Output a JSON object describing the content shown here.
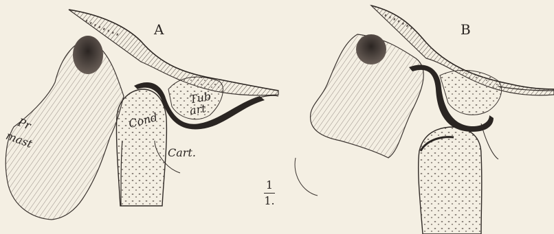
{
  "panel_a": {
    "letter": "A",
    "labels": {
      "processus_mastoideus_1": "Pr",
      "processus_mastoideus_2": "mast",
      "tuberculum_1": "Tub",
      "tuberculum_2": "art",
      "condyle": "Cond",
      "cartilage": "Cart."
    }
  },
  "panel_b": {
    "letter": "B"
  },
  "scale": {
    "numerator": "1",
    "denominator": "1."
  }
}
